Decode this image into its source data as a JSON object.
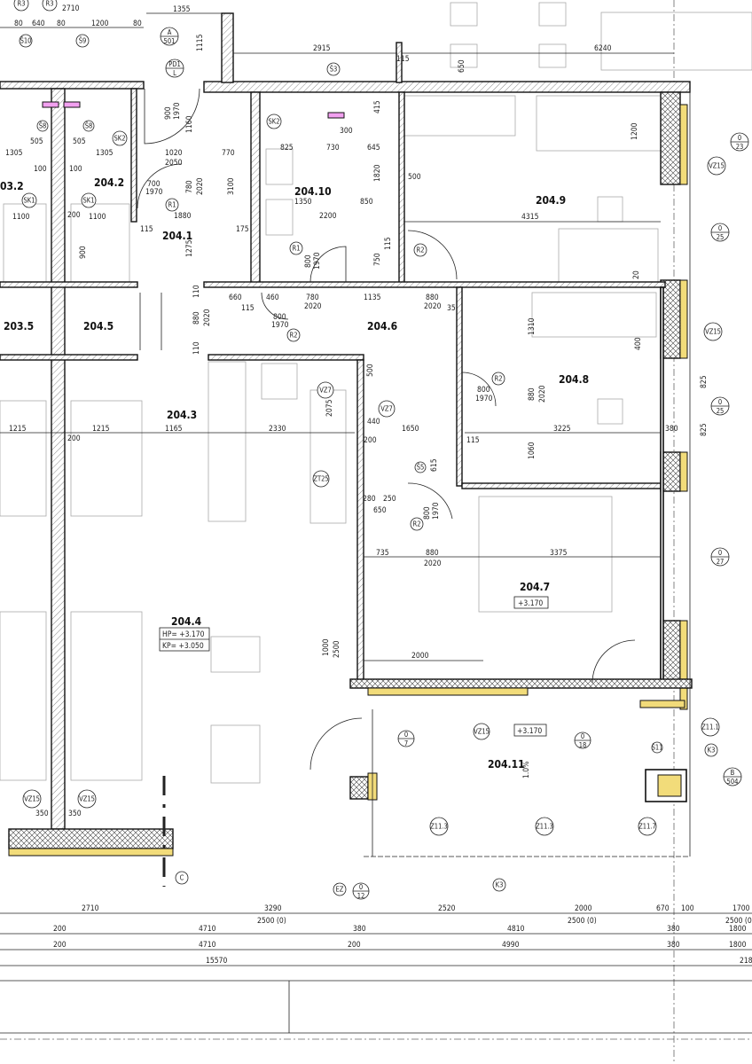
{
  "rooms": {
    "r2032": "03.2",
    "r2042": "204.2",
    "r2041": "204.1",
    "r20410": "204.10",
    "r2049": "204.9",
    "r2035": "203.5",
    "r2045": "204.5",
    "r2046": "204.6",
    "r2048": "204.8",
    "r2043": "204.3",
    "r2047": "204.7",
    "r2044": "204.4",
    "r20411": "204.11"
  },
  "levels": {
    "r2047": "+3.170",
    "r2044_hp": "HP= +3.170",
    "r2044_kp": "KP= +3.050",
    "terrace": "+3.170",
    "slope": "1.0%"
  },
  "dims_top": [
    "2710",
    "1355",
    "640",
    "80",
    "80",
    "1200",
    "80",
    "1115",
    "2915",
    "115",
    "6240",
    "650",
    "1200",
    "500",
    "4315"
  ],
  "dims_misc": [
    "505",
    "505",
    "1305",
    "1305",
    "100",
    "100",
    "1100",
    "1100",
    "200",
    "115",
    "175",
    "1020",
    "2050",
    "770",
    "3100",
    "825",
    "730",
    "300",
    "645",
    "1350",
    "2200",
    "850",
    "1820",
    "415",
    "700",
    "1970",
    "1880",
    "780",
    "2020",
    "1275",
    "900",
    "660",
    "460",
    "115",
    "780",
    "2020",
    "1135",
    "880",
    "2020",
    "35",
    "800",
    "1970",
    "880",
    "2020",
    "110",
    "110",
    "1310",
    "880",
    "2020",
    "1060",
    "3225",
    "380",
    "825",
    "825",
    "400",
    "20",
    "500",
    "2075",
    "440",
    "1650",
    "200",
    "615",
    "280",
    "250",
    "650",
    "800",
    "1970",
    "735",
    "880",
    "2020",
    "3375",
    "2000",
    "1000",
    "2500",
    "1215",
    "1215",
    "1165",
    "2330",
    "200",
    "115",
    "350",
    "350",
    "900",
    "1970",
    "1160",
    "750",
    "115",
    "800",
    "1970",
    "800",
    "1970"
  ],
  "tags": {
    "r3a": "R3",
    "r3b": "R3",
    "s10": "Š10",
    "s9": "Š9",
    "a501_top": "A",
    "a501_bot": "501",
    "pd1_top": "PD1",
    "pd1_bot": "L",
    "s3": "Š3",
    "sk2a": "SK2",
    "sk2b": "SK2",
    "sk1a": "SK1",
    "sk1b": "SK1",
    "s8a": "Š8",
    "s8b": "Š8",
    "r1a": "R1",
    "r1b": "R1",
    "r2a": "R2",
    "r2b": "R2",
    "r2c": "R2",
    "r2d": "R2",
    "vz15a": "VZ15",
    "vz15b": "VZ15",
    "vz15c": "VZ15",
    "vz15d": "VZ15",
    "vz15e": "VZ15",
    "vz7a": "VZ7",
    "vz7b": "VZ7",
    "zt25": "ZT25",
    "s5": "Š5",
    "ez": "EZ",
    "k3a": "K3",
    "k3b": "K3",
    "s11": "Š11",
    "z113a": "Z11.3",
    "z113b": "Z11.3",
    "z117": "Z11.7",
    "z111": "Z11.1",
    "sec_c": "C",
    "b_top": "B",
    "b_bot": "504",
    "o23_top": "0",
    "o23_bot": "23",
    "o25a_top": "0",
    "o25a_bot": "25",
    "o25b_top": "0",
    "o25b_bot": "25",
    "o27_top": "0",
    "o27_bot": "27",
    "o18_top": "0",
    "o18_bot": "18",
    "o7_top": "0",
    "o7_bot": "7",
    "o12_top": "0",
    "o12_bot": "12"
  },
  "dims_bottom": {
    "row1": [
      "2710",
      "3290",
      "2520",
      "2000",
      "670",
      "100",
      "1700"
    ],
    "row1_sub": [
      "2500 (0)",
      "2500 (0)",
      "2500 (0"
    ],
    "row2": [
      "200",
      "4710",
      "380",
      "4810",
      "380",
      "1800"
    ],
    "row3": [
      "200",
      "4710",
      "200",
      "4990",
      "380",
      "1800"
    ],
    "row4": [
      "15570",
      "218"
    ]
  },
  "colors": {
    "insulation": "#f2dc7a",
    "wall": "#111111",
    "sanitary_mark": "#e040e0"
  }
}
